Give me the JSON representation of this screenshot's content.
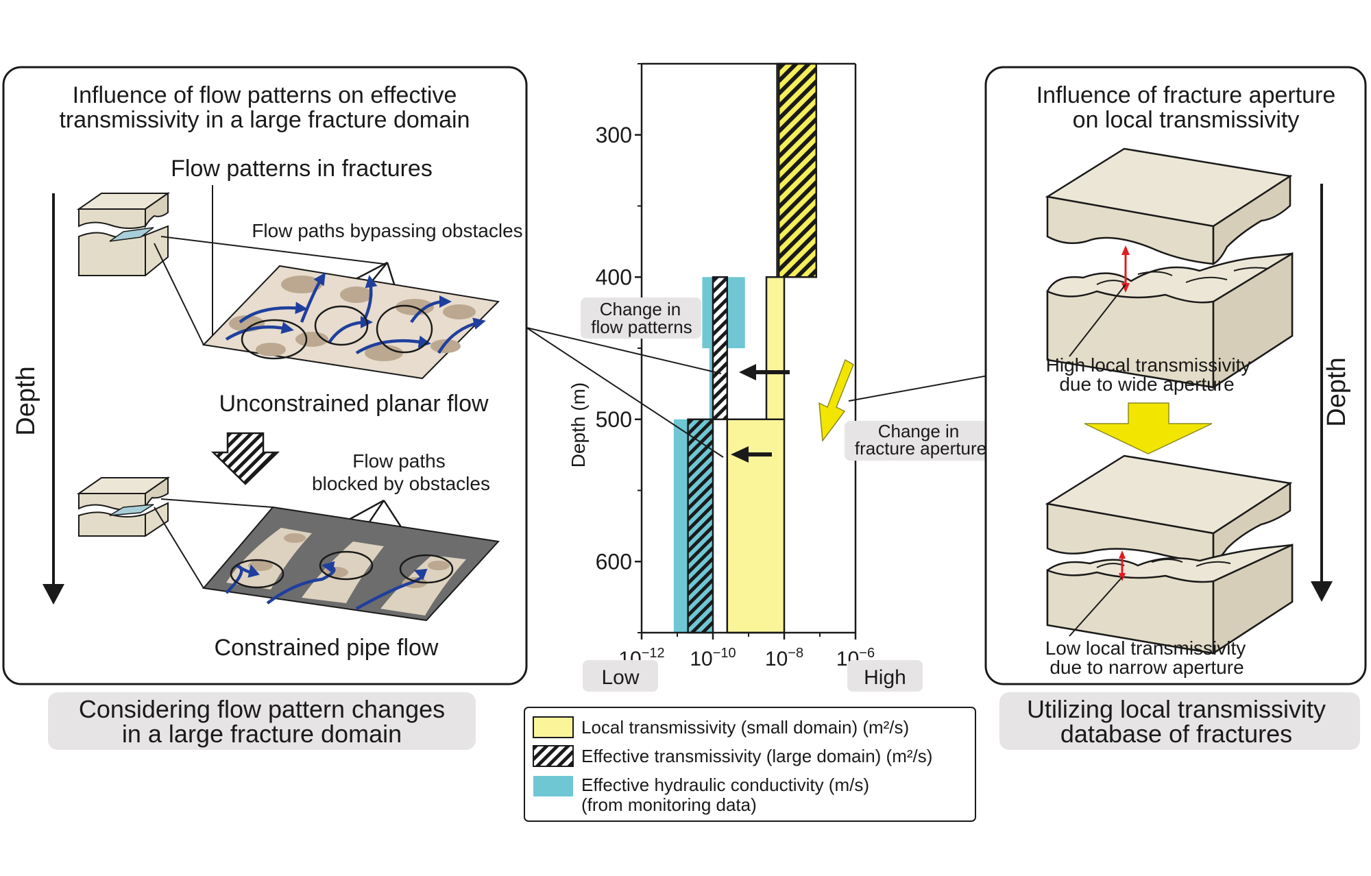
{
  "left_panel": {
    "title_line1": "Influence of flow patterns on effective",
    "title_line2": "transmissivity in a large fracture domain",
    "subtitle": "Flow patterns in fractures",
    "bypass_label": "Flow paths bypassing obstacles",
    "unconstrained_label": "Unconstrained planar flow",
    "blocked_line1": "Flow paths",
    "blocked_line2": "blocked by obstacles",
    "constrained_label": "Constrained pipe flow",
    "depth_label": "Depth"
  },
  "left_caption": {
    "line1": "Considering flow pattern changes",
    "line2": "in a large fracture domain"
  },
  "right_panel": {
    "title_line1": "Influence of fracture aperture",
    "title_line2": "on local transmissivity",
    "high_line1": "High local transmissivity",
    "high_line2": "due to wide aperture",
    "low_line1": "Low local transmissivity",
    "low_line2": "due to narrow aperture",
    "depth_label": "Depth"
  },
  "right_caption": {
    "line1": "Utilizing local transmissivity",
    "line2": "database of fractures"
  },
  "center_chart": {
    "ylabel": "Depth (m)",
    "yticks": [
      "300",
      "400",
      "500",
      "600"
    ],
    "xticks": [
      {
        "base": "10",
        "exp": "−12"
      },
      {
        "base": "10",
        "exp": "−10"
      },
      {
        "base": "10",
        "exp": "−8"
      },
      {
        "base": "10",
        "exp": "−6"
      }
    ],
    "low_label": "Low",
    "high_label": "High",
    "change_flow_line1": "Change in",
    "change_flow_line2": "flow patterns",
    "change_aperture_line1": "Change in",
    "change_aperture_line2": "fracture aperture"
  },
  "legend": {
    "local": "Local transmissivity (small domain) (m²/s)",
    "effective": "Effective transmissivity (large domain) (m²/s)",
    "conductivity_line1": "Effective hydraulic conductivity (m/s)",
    "conductivity_line2": "(from monitoring data)"
  },
  "colors": {
    "local_yellow": "#fbf59a",
    "conductivity_cyan": "#6fc7d4",
    "flow_arrow_blue": "#1f3f9e",
    "aperture_arrow_red": "#e31b23",
    "rock": "#ece6d6",
    "caption_bg": "#e6e4e4"
  },
  "chart_data": {
    "type": "step",
    "x_scale": "log",
    "xlim": [
      1e-12,
      1e-06
    ],
    "ylim": [
      650,
      250
    ],
    "ylabel": "Depth (m)",
    "series": [
      {
        "name": "Local transmissivity (small domain) (m²/s)",
        "segments": [
          {
            "depth_from": 250,
            "depth_to": 400,
            "log_min": -8.2,
            "log_max": -7.2
          },
          {
            "depth_from": 400,
            "depth_to": 500,
            "log_min": -8.5,
            "log_max": -8.0
          },
          {
            "depth_from": 500,
            "depth_to": 650,
            "log_min": -9.6,
            "log_max": -8.0
          }
        ]
      },
      {
        "name": "Effective transmissivity (large domain) (m²/s)",
        "segments": [
          {
            "depth_from": 250,
            "depth_to": 400,
            "log_min": -8.15,
            "log_max": -7.1
          },
          {
            "depth_from": 400,
            "depth_to": 500,
            "log_min": -10.0,
            "log_max": -9.6
          },
          {
            "depth_from": 500,
            "depth_to": 650,
            "log_min": -10.7,
            "log_max": -10.0
          }
        ]
      },
      {
        "name": "Effective hydraulic conductivity (m/s)",
        "segments": [
          {
            "depth_from": 250,
            "depth_to": 400,
            "log_min": -8.15,
            "log_max": -8.0
          },
          {
            "depth_from": 400,
            "depth_to": 450,
            "log_min": -10.3,
            "log_max": -9.1
          },
          {
            "depth_from": 450,
            "depth_to": 500,
            "log_min": -10.1,
            "log_max": -9.9
          },
          {
            "depth_from": 500,
            "depth_to": 650,
            "log_min": -11.1,
            "log_max": -10.0
          }
        ]
      }
    ]
  }
}
